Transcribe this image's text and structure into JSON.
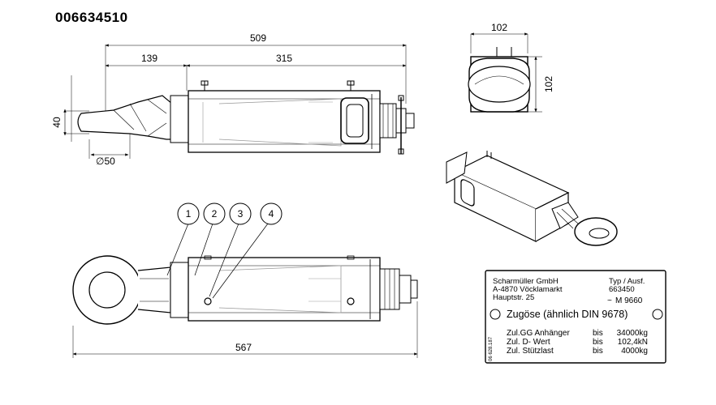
{
  "title": "006634510",
  "dimensions": {
    "total_length_top": "509",
    "left_length": "139",
    "right_length": "315",
    "eye_height": "40",
    "eye_diameter": "∅50",
    "end_width": "102",
    "end_height": "102",
    "total_length_bottom": "567"
  },
  "callouts": [
    "1",
    "2",
    "3",
    "4"
  ],
  "plate": {
    "company": "Scharmüller GmbH",
    "address_line": "A-4870 Vöcklamarkt",
    "street": "Hauptstr. 25",
    "type_label": "Typ / Ausf.",
    "type_value": "663450",
    "mark": "M 9660",
    "product": "Zugöse (ähnlich DIN 9678)",
    "side_code": "06 628.187",
    "rows": [
      {
        "label": "Zul.GG Anhänger",
        "bis": "bis",
        "value": "34000kg"
      },
      {
        "label": "Zul. D- Wert",
        "bis": "bis",
        "value": "102,4kN"
      },
      {
        "label": "Zul. Stützlast",
        "bis": "bis",
        "value": "4000kg"
      }
    ]
  }
}
